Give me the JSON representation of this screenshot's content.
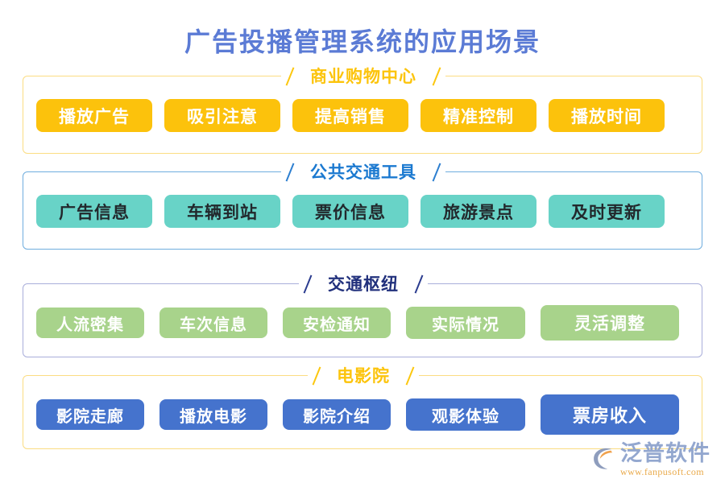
{
  "page": {
    "title": "广告投播管理系统的应用场景",
    "title_color": "#5b7bd5",
    "background": "#ffffff"
  },
  "sections": [
    {
      "id": "commercial-shopping-center",
      "title": "商业购物中心",
      "title_color": "#fcc40c",
      "border_color": "#fbdd82",
      "chip_bg": "#fcc20c",
      "chip_text_color": "#ffffff",
      "chips": [
        {
          "label": "播放广告"
        },
        {
          "label": "吸引注意"
        },
        {
          "label": "提高销售"
        },
        {
          "label": "精准控制"
        },
        {
          "label": "播放时间"
        }
      ]
    },
    {
      "id": "public-transport",
      "title": "公共交通工具",
      "title_color": "#1b79d0",
      "border_color": "#6fadde",
      "chip_bg": "#68d3c7",
      "chip_text_color": "#22282c",
      "chips": [
        {
          "label": "广告信息"
        },
        {
          "label": "车辆到站"
        },
        {
          "label": "票价信息"
        },
        {
          "label": "旅游景点"
        },
        {
          "label": "及时更新"
        }
      ]
    },
    {
      "id": "transport-hub",
      "title": "交通枢纽",
      "title_color": "#21307c",
      "border_color": "#a9aeda",
      "chip_bg": "#a8d38b",
      "chip_text_color": "#ffffff",
      "chips": [
        {
          "label": "人流密集"
        },
        {
          "label": "车次信息"
        },
        {
          "label": "安检通知"
        },
        {
          "label": "实际情况"
        },
        {
          "label": "灵活调整"
        }
      ]
    },
    {
      "id": "cinema",
      "title": "电影院",
      "title_color": "#fcc40c",
      "border_color": "#fbdd82",
      "chip_bg": "#4573cd",
      "chip_text_color": "#ffffff",
      "chips": [
        {
          "label": "影院走廊"
        },
        {
          "label": "播放电影"
        },
        {
          "label": "影院介绍"
        },
        {
          "label": "观影体验"
        },
        {
          "label": "票房收入"
        }
      ]
    }
  ],
  "watermark": {
    "brand": "泛普软件",
    "url": "www.fanpusoft.com",
    "brand_color": "#8aa0cc",
    "url_color": "#e8a33c",
    "mark_icon": "fanpu-logo-icon"
  }
}
